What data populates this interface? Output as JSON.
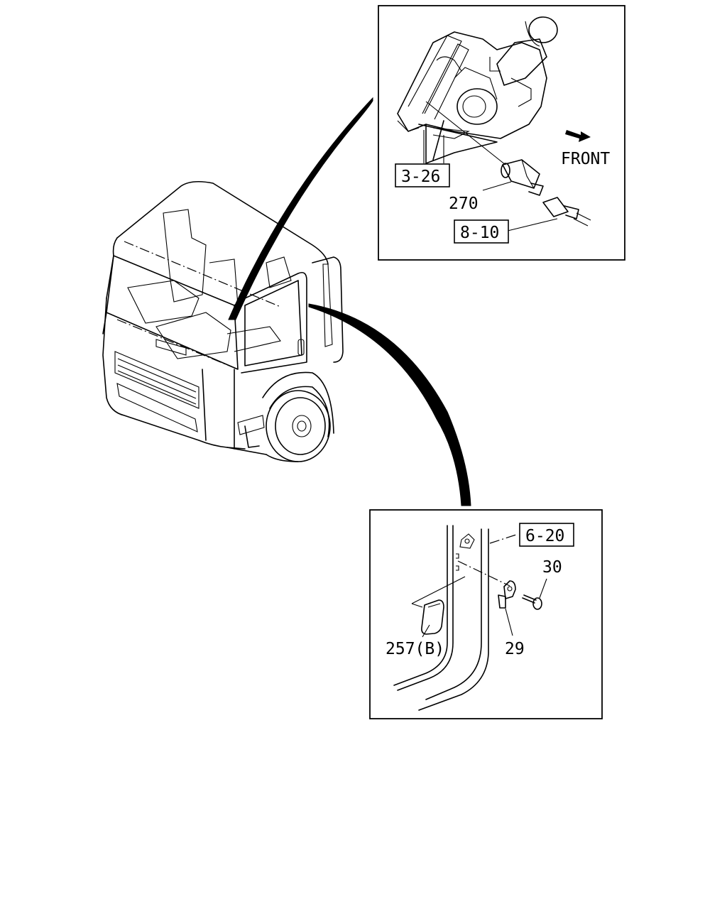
{
  "top_detail": {
    "front_label": "FRONT",
    "ref_box_1": "3-26",
    "ref_box_2": "8-10",
    "part_270": "270"
  },
  "bottom_detail": {
    "ref_box": "6-20",
    "part_30": "30",
    "part_29": "29",
    "part_257": "257(B)"
  }
}
